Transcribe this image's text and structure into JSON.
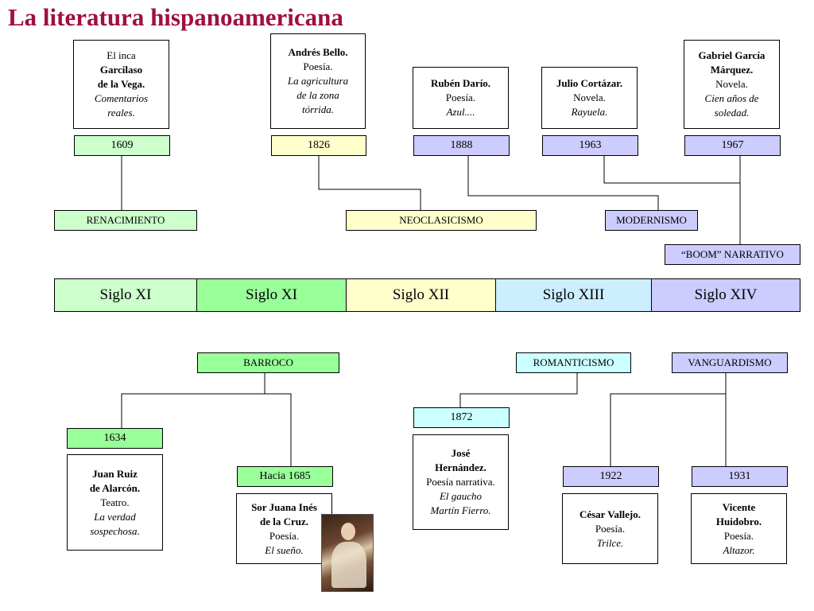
{
  "title": "La literatura hispanoamericana",
  "top_cards": [
    {
      "lines": [
        {
          "t": "El inca",
          "s": ""
        },
        {
          "t": "Garcilaso",
          "s": "b"
        },
        {
          "t": "de la Vega.",
          "s": "b"
        },
        {
          "t": "Comentarios",
          "s": "i"
        },
        {
          "t": "reales.",
          "s": "i"
        }
      ]
    },
    {
      "lines": [
        {
          "t": "Andrés Bello.",
          "s": "b"
        },
        {
          "t": "Poesía.",
          "s": ""
        },
        {
          "t": "La agricultura",
          "s": "i"
        },
        {
          "t": "de la zona",
          "s": "i"
        },
        {
          "t": "tórrida.",
          "s": "i"
        }
      ]
    },
    {
      "lines": [
        {
          "t": "Rubén Darío.",
          "s": "b"
        },
        {
          "t": "Poesía.",
          "s": ""
        },
        {
          "t": "Azul....",
          "s": "i"
        }
      ]
    },
    {
      "lines": [
        {
          "t": "Julio Cortázar.",
          "s": "b"
        },
        {
          "t": "Novela.",
          "s": ""
        },
        {
          "t": "Rayuela.",
          "s": "i"
        }
      ]
    },
    {
      "lines": [
        {
          "t": "Gabriel García",
          "s": "b"
        },
        {
          "t": "Márquez.",
          "s": "b"
        },
        {
          "t": "Novela.",
          "s": ""
        },
        {
          "t": "Cien años de",
          "s": "i"
        },
        {
          "t": "soledad.",
          "s": "i"
        }
      ]
    }
  ],
  "top_years": [
    "1609",
    "1826",
    "1888",
    "1963",
    "1967"
  ],
  "top_movements": [
    "RENACIMIENTO",
    "NEOCLASICISMO",
    "MODERNISMO",
    "“BOOM” NARRATIVO"
  ],
  "centuries": [
    "Siglo XI",
    "Siglo XI",
    "Siglo XII",
    "Siglo XIII",
    "Siglo XIV"
  ],
  "bottom_movements": [
    "BARROCO",
    "ROMANTICISMO",
    "VANGUARDISMO"
  ],
  "bottom_years": [
    "1634",
    "Hacia 1685",
    "1872",
    "1922",
    "1931"
  ],
  "bottom_cards": [
    {
      "lines": [
        {
          "t": "Juan Ruiz",
          "s": "b"
        },
        {
          "t": "de Alarcón.",
          "s": "b"
        },
        {
          "t": "Teatro.",
          "s": ""
        },
        {
          "t": "La verdad",
          "s": "i"
        },
        {
          "t": "sospechosa.",
          "s": "i"
        }
      ]
    },
    {
      "lines": [
        {
          "t": "Sor Juana Inés",
          "s": "b"
        },
        {
          "t": "de la Cruz.",
          "s": "b"
        },
        {
          "t": "Poesía.",
          "s": ""
        },
        {
          "t": "El sueño.",
          "s": "i"
        }
      ]
    },
    {
      "lines": [
        {
          "t": "José",
          "s": "b"
        },
        {
          "t": "Hernández.",
          "s": "b"
        },
        {
          "t": "Poesía narrativa.",
          "s": ""
        },
        {
          "t": "El gaucho",
          "s": "i"
        },
        {
          "t": "Martín Fierro.",
          "s": "i"
        }
      ]
    },
    {
      "lines": [
        {
          "t": "César Vallejo.",
          "s": "b"
        },
        {
          "t": "Poesía.",
          "s": ""
        },
        {
          "t": "Trilce.",
          "s": "i"
        }
      ]
    },
    {
      "lines": [
        {
          "t": "Vicente",
          "s": "b"
        },
        {
          "t": "Huidobro.",
          "s": "b"
        },
        {
          "t": "Poesía.",
          "s": ""
        },
        {
          "t": "Altazor.",
          "s": "i"
        }
      ]
    }
  ]
}
